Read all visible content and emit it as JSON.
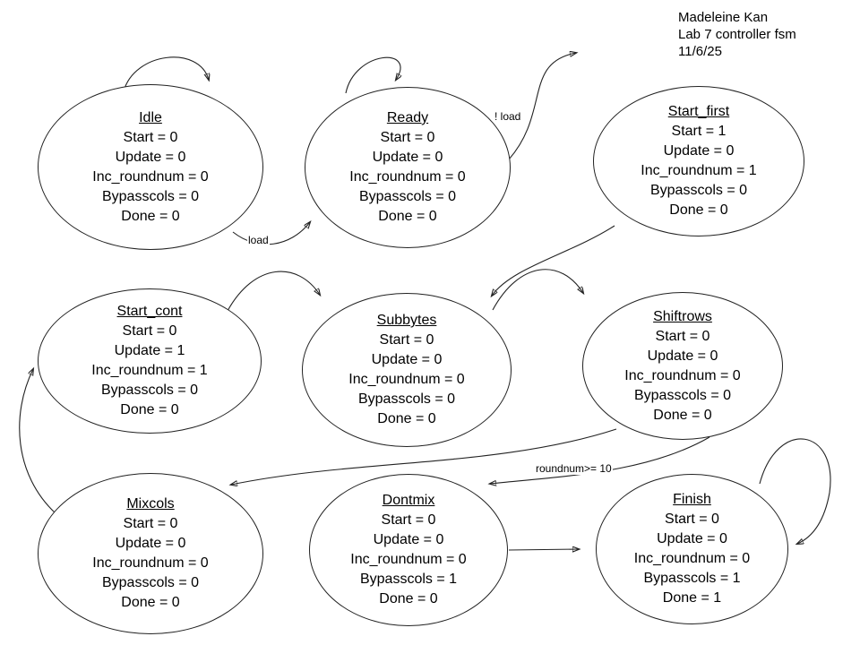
{
  "header": {
    "name": "Madeleine Kan",
    "lab": "Lab 7 controller fsm",
    "date": "11/6/25"
  },
  "edge_labels": {
    "load": "load",
    "not_load": "! load",
    "roundnum_ge_10": "roundnum>= 10"
  },
  "states": [
    {
      "name": "Idle",
      "fields": [
        "Start = 0",
        "Update = 0",
        "Inc_roundnum = 0",
        "Bypasscols = 0",
        "Done = 0"
      ]
    },
    {
      "name": "Ready",
      "fields": [
        "Start = 0",
        "Update = 0",
        "Inc_roundnum = 0",
        "Bypasscols = 0",
        "Done = 0"
      ]
    },
    {
      "name": "Start_first",
      "fields": [
        "Start = 1",
        "Update = 0",
        "Inc_roundnum = 1",
        "Bypasscols = 0",
        "Done = 0"
      ]
    },
    {
      "name": "Start_cont",
      "fields": [
        "Start = 0",
        "Update = 1",
        "Inc_roundnum = 1",
        "Bypasscols = 0",
        "Done = 0"
      ]
    },
    {
      "name": "Subbytes",
      "fields": [
        "Start = 0",
        "Update = 0",
        "Inc_roundnum = 0",
        "Bypasscols = 0",
        "Done = 0"
      ]
    },
    {
      "name": "Shiftrows",
      "fields": [
        "Start = 0",
        "Update = 0",
        "Inc_roundnum = 0",
        "Bypasscols = 0",
        "Done = 0"
      ]
    },
    {
      "name": "Mixcols",
      "fields": [
        "Start = 0",
        "Update = 0",
        "Inc_roundnum = 0",
        "Bypasscols = 0",
        "Done = 0"
      ]
    },
    {
      "name": "Dontmix",
      "fields": [
        "Start = 0",
        "Update = 0",
        "Inc_roundnum = 0",
        "Bypasscols = 1",
        "Done = 0"
      ]
    },
    {
      "name": "Finish",
      "fields": [
        "Start = 0",
        "Update = 0",
        "Inc_roundnum = 0",
        "Bypasscols = 1",
        "Done = 1"
      ]
    }
  ]
}
